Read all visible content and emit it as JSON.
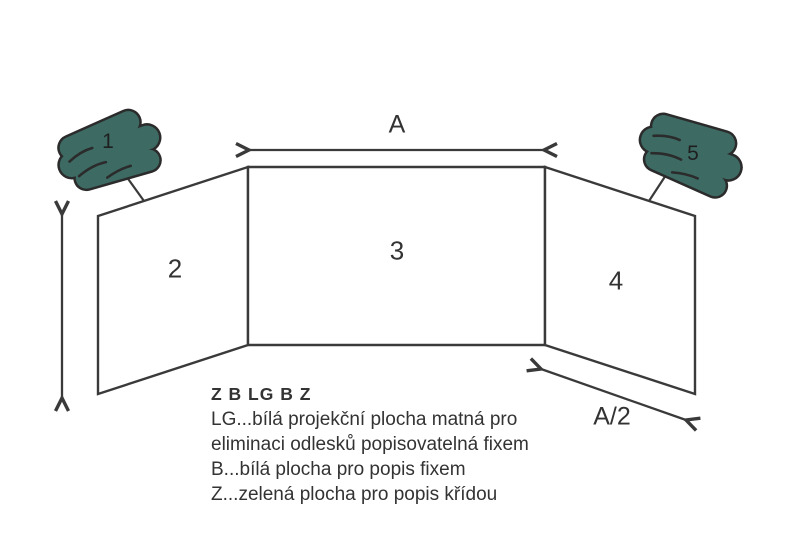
{
  "colors": {
    "chalk_green": "#3d6b64",
    "outline": "#2b2b2b",
    "line": "#3a3a3a",
    "text": "#333333",
    "background": "#ffffff"
  },
  "parts": {
    "left_scribble": "1",
    "left_wing": "2",
    "center_panel": "3",
    "right_wing": "4",
    "right_scribble": "5"
  },
  "dimensions": {
    "width": "A",
    "half_width": "A/2"
  },
  "legend": {
    "heading": "Z B LG B Z",
    "lines": [
      "LG...bílá projekční plocha matná pro",
      "eliminaci odlesků popisovatelná fixem",
      "B...bílá plocha pro popis fixem",
      "Z...zelená plocha pro popis křídou"
    ]
  }
}
